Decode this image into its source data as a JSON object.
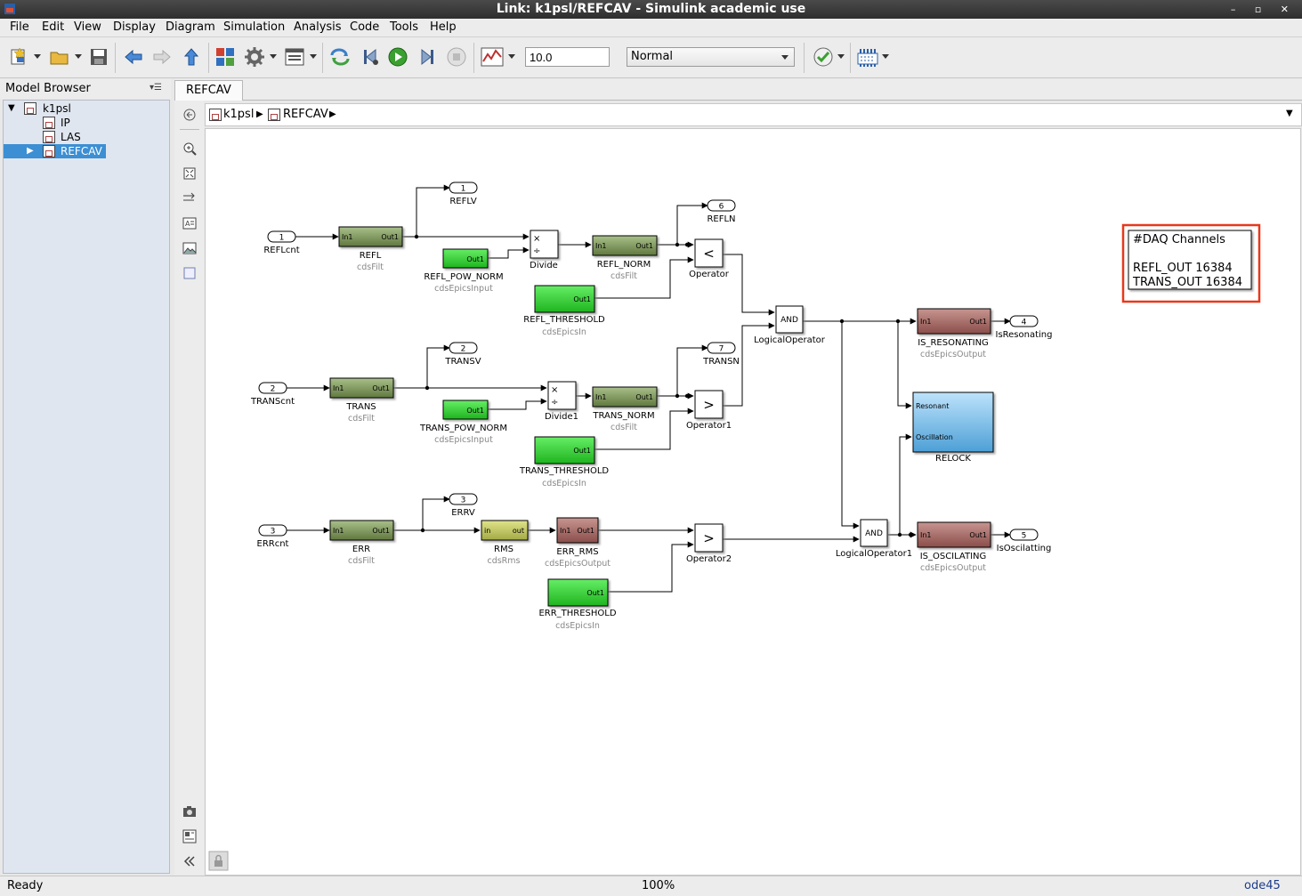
{
  "window": {
    "title": "Link: k1psl/REFCAV - Simulink academic use",
    "controls": "– ▫ ✕"
  },
  "menu": [
    "File",
    "Edit",
    "View",
    "Display",
    "Diagram",
    "Simulation",
    "Analysis",
    "Code",
    "Tools",
    "Help"
  ],
  "toolbar": {
    "stop_time": "10.0",
    "sim_mode": "Normal"
  },
  "browser": {
    "title": "Model Browser",
    "tree": [
      {
        "label": "k1psl",
        "level": 0,
        "expanded": true,
        "selected": false
      },
      {
        "label": "IP",
        "level": 1,
        "selected": false
      },
      {
        "label": "LAS",
        "level": 1,
        "selected": false
      },
      {
        "label": "REFCAV",
        "level": 1,
        "selected": true
      }
    ]
  },
  "tab": "REFCAV",
  "breadcrumb": [
    "k1psl",
    "REFCAV"
  ],
  "diagram": {
    "inports": [
      {
        "num": "1",
        "name": "REFLcnt"
      },
      {
        "num": "2",
        "name": "TRANScnt"
      },
      {
        "num": "3",
        "name": "ERRcnt"
      }
    ],
    "outports": [
      {
        "num": "1",
        "name": "REFLV"
      },
      {
        "num": "6",
        "name": "REFLN"
      },
      {
        "num": "2",
        "name": "TRANSV"
      },
      {
        "num": "7",
        "name": "TRANSN"
      },
      {
        "num": "3",
        "name": "ERRV"
      },
      {
        "num": "4",
        "name": "IsResonating"
      },
      {
        "num": "5",
        "name": "IsOscilatting"
      }
    ],
    "filters": [
      {
        "name": "REFL",
        "lib": "cdsFilt",
        "in": "In1",
        "out": "Out1"
      },
      {
        "name": "REFL_NORM",
        "lib": "cdsFilt",
        "in": "In1",
        "out": "Out1"
      },
      {
        "name": "TRANS",
        "lib": "cdsFilt",
        "in": "In1",
        "out": "Out1"
      },
      {
        "name": "TRANS_NORM",
        "lib": "cdsFilt",
        "in": "In1",
        "out": "Out1"
      },
      {
        "name": "ERR",
        "lib": "cdsFilt",
        "in": "In1",
        "out": "Out1"
      }
    ],
    "epics_in": [
      {
        "name": "REFL_POW_NORM",
        "lib": "cdsEpicsInput",
        "out": "Out1"
      },
      {
        "name": "REFL_THRESHOLD",
        "lib": "cdsEpicsIn",
        "out": "Out1"
      },
      {
        "name": "TRANS_POW_NORM",
        "lib": "cdsEpicsInput",
        "out": "Out1"
      },
      {
        "name": "TRANS_THRESHOLD",
        "lib": "cdsEpicsIn",
        "out": "Out1"
      },
      {
        "name": "ERR_THRESHOLD",
        "lib": "cdsEpicsIn",
        "out": "Out1"
      }
    ],
    "epics_out": [
      {
        "name": "ERR_RMS",
        "lib": "cdsEpicsOutput",
        "in": "In1",
        "out": "Out1"
      },
      {
        "name": "IS_RESONATING",
        "lib": "cdsEpicsOutput",
        "in": "In1",
        "out": "Out1"
      },
      {
        "name": "IS_OSCILATING",
        "lib": "cdsEpicsOutput",
        "in": "In1",
        "out": "Out1"
      }
    ],
    "rms": {
      "name": "RMS",
      "lib": "cdsRms",
      "in": "in",
      "out": "out"
    },
    "divides": [
      {
        "name": "Divide",
        "mul": "×",
        "div": "÷"
      },
      {
        "name": "Divide1",
        "mul": "×",
        "div": "÷"
      }
    ],
    "operators": [
      {
        "name": "Operator",
        "symbol": "<"
      },
      {
        "name": "Operator1",
        "symbol": ">"
      },
      {
        "name": "Operator2",
        "symbol": ">"
      }
    ],
    "logic": [
      {
        "name": "LogicalOperator",
        "symbol": "AND"
      },
      {
        "name": "LogicalOperator1",
        "symbol": "AND"
      }
    ],
    "relock": {
      "name": "RELOCK",
      "in1": "Resonant",
      "in2": "Oscillation"
    },
    "annotation": {
      "line1": "#DAQ Channels",
      "line2": "REFL_OUT 16384",
      "line3": "TRANS_OUT 16384"
    }
  },
  "status": {
    "left": "Ready",
    "zoom": "100%",
    "solver": "ode45"
  },
  "colors": {
    "filt": "#7f9a62",
    "epics_in": "#33cc33",
    "epics_out": "#a86a66",
    "rms": "#c3c96a",
    "relock": "#7fbdea",
    "selection": "#3c8fd3",
    "annotation_border": "#e8381c"
  }
}
